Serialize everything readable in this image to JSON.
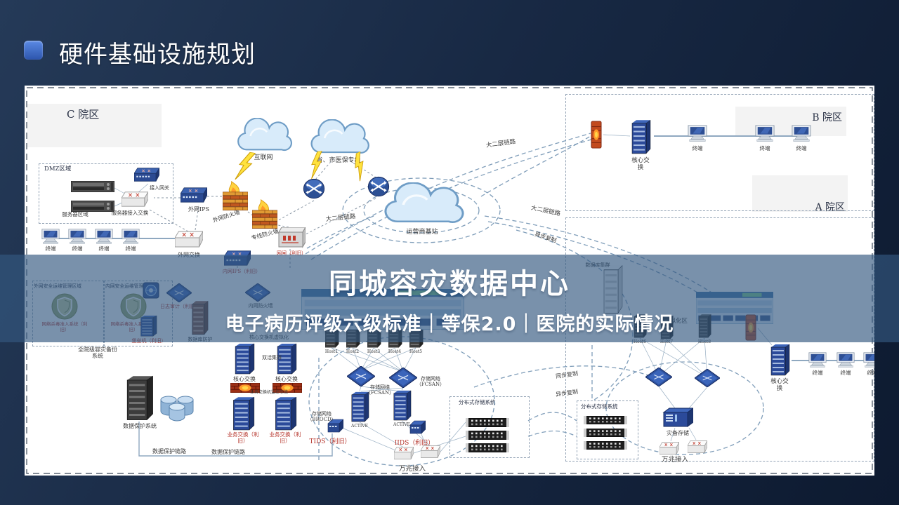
{
  "slide": {
    "title": "硬件基础设施规划",
    "accent_color": "#3f68c7",
    "background_color": "#16263f"
  },
  "banner": {
    "title": "同城容灾数据中心",
    "subtitle": "电子病历评级六级标准｜等保2.0｜医院的实际情况",
    "overlay_color": "#345880",
    "text_color": "#ffffff"
  },
  "diagram": {
    "regions": [
      {
        "id": "patch-c",
        "label": "C 院区"
      },
      {
        "id": "patch-b",
        "label": "B 院区"
      },
      {
        "id": "patch-a",
        "label": "A 院区"
      },
      {
        "id": "campus-b-box",
        "label": ""
      },
      {
        "id": "campus-a-box",
        "label": ""
      },
      {
        "id": "dmz",
        "label": "DMZ区域"
      },
      {
        "id": "sec-ext",
        "label": "外网安全运维管理区域"
      },
      {
        "id": "sec-int",
        "label": "内网安全运维管理区域"
      },
      {
        "id": "ds-1",
        "label": "分布式存储系统"
      },
      {
        "id": "ds-2",
        "label": "分布式存储系统"
      }
    ],
    "nodes": [
      {
        "id": "cloud-internet",
        "label": "互联网"
      },
      {
        "id": "cloud-medical",
        "label": "省、市医保专线"
      },
      {
        "id": "cloud-carrier",
        "label": "运营商基站"
      },
      {
        "id": "bolt-1",
        "label": ""
      },
      {
        "id": "bolt-2",
        "label": ""
      },
      {
        "id": "bolt-3",
        "label": ""
      },
      {
        "id": "fw-ext",
        "label": "外网防火墙"
      },
      {
        "id": "fw-line",
        "label": "专线防火墙"
      },
      {
        "id": "router-1",
        "label": ""
      },
      {
        "id": "router-2",
        "label": ""
      },
      {
        "id": "gate-isolation",
        "label": "网闸（利旧）",
        "color": "red"
      },
      {
        "id": "ips-ext",
        "label": "外网IPS"
      },
      {
        "id": "dmz-rack-1",
        "label": ""
      },
      {
        "id": "dmz-rack-2",
        "label": ""
      },
      {
        "id": "dmz-vpn",
        "label": "接入网关"
      },
      {
        "id": "dmz-switch",
        "label": "服务器接入交换"
      },
      {
        "id": "term-c-1",
        "label": "终端"
      },
      {
        "id": "term-c-2",
        "label": "终端"
      },
      {
        "id": "term-c-3",
        "label": "终端"
      },
      {
        "id": "term-c-4",
        "label": "终端"
      },
      {
        "id": "sw-ext",
        "label": "外网交换"
      },
      {
        "id": "shield-ext",
        "label": "网络杀毒准入系统（利旧）",
        "color": "red"
      },
      {
        "id": "shield-int",
        "label": "网络杀毒准入系统（利旧）",
        "color": "red"
      },
      {
        "id": "scan-device",
        "label": ""
      },
      {
        "id": "audit-device",
        "label": "日志审计（利旧）",
        "color": "red"
      },
      {
        "id": "bastion",
        "label": "堡垒机（利旧）",
        "color": "red"
      },
      {
        "id": "dbp-cabinet",
        "label": "数据库防护"
      },
      {
        "id": "dp-rack",
        "label": "数据保护系统"
      },
      {
        "id": "dp-db",
        "label": ""
      },
      {
        "id": "core-sw-1",
        "label": "核心交换"
      },
      {
        "id": "core-sw-2",
        "label": "核心交换"
      },
      {
        "id": "fw-brick-1",
        "label": ""
      },
      {
        "id": "fw-brick-2",
        "label": ""
      },
      {
        "id": "biz-sw-1",
        "label": "业务交换（利旧）",
        "color": "red"
      },
      {
        "id": "biz-sw-2",
        "label": "业务交换（利旧）",
        "color": "red"
      },
      {
        "id": "host-1",
        "label": "Host1"
      },
      {
        "id": "host-2",
        "label": "Host2"
      },
      {
        "id": "host-3",
        "label": "Host3"
      },
      {
        "id": "host-4",
        "label": "Host4"
      },
      {
        "id": "host-5",
        "label": "Host5"
      },
      {
        "id": "san-sw-1",
        "label": ""
      },
      {
        "id": "san-sw-2",
        "label": ""
      },
      {
        "id": "storage-act-1",
        "label": "ACTIVE"
      },
      {
        "id": "storage-act-2",
        "label": "ACTIVE"
      },
      {
        "id": "enc-1",
        "label": ""
      },
      {
        "id": "enc-2",
        "label": ""
      },
      {
        "id": "acc-sw-1",
        "label": ""
      },
      {
        "id": "acc-sw-2",
        "label": ""
      },
      {
        "id": "ds1-arr-1",
        "label": ""
      },
      {
        "id": "ds1-arr-2",
        "label": ""
      },
      {
        "id": "ds1-arr-3",
        "label": ""
      },
      {
        "id": "ds2-arr-1",
        "label": ""
      },
      {
        "id": "ds2-arr-2",
        "label": ""
      },
      {
        "id": "ds2-arr-3",
        "label": ""
      },
      {
        "id": "dr-diamond-1",
        "label": ""
      },
      {
        "id": "dr-diamond-2",
        "label": ""
      },
      {
        "id": "dr-storage",
        "label": "灾备存储"
      },
      {
        "id": "acc-sw-3",
        "label": ""
      },
      {
        "id": "acc-sw-4",
        "label": ""
      },
      {
        "id": "ips-int",
        "label": "内网IPS（利旧）",
        "color": "red"
      },
      {
        "id": "fw-int",
        "label": "内网防火墙"
      },
      {
        "id": "db-cluster",
        "label": "数据库集群"
      },
      {
        "id": "vpanel-1",
        "label": ""
      },
      {
        "id": "vpanel-2",
        "label": ""
      },
      {
        "id": "host-6",
        "label": "Host6"
      },
      {
        "id": "host-7",
        "label": "Host7"
      },
      {
        "id": "host-8",
        "label": "Host8"
      },
      {
        "id": "fw-b",
        "label": ""
      },
      {
        "id": "core-sw-b",
        "label": "核心交换"
      },
      {
        "id": "term-b-1",
        "label": "终端"
      },
      {
        "id": "term-b-2",
        "label": "终端"
      },
      {
        "id": "term-b-3",
        "label": "终端"
      },
      {
        "id": "fw-a",
        "label": ""
      },
      {
        "id": "core-sw-a",
        "label": "核心交换"
      },
      {
        "id": "term-a-1",
        "label": "终端"
      },
      {
        "id": "term-a-2",
        "label": "终端"
      },
      {
        "id": "term-a-3",
        "label": "终端"
      }
    ],
    "labels": [
      {
        "id": "l2-link-1",
        "text": "大二层链路"
      },
      {
        "id": "l2-link-2",
        "text": "大二层链路"
      },
      {
        "id": "l2-link-3",
        "text": "大二层链路"
      },
      {
        "id": "async-1",
        "text": "异步复制"
      },
      {
        "id": "sync-1",
        "text": "同步复制"
      },
      {
        "id": "async-2",
        "text": "异步复制"
      },
      {
        "id": "dp-link-1",
        "text": "数据保护链路"
      },
      {
        "id": "dp-link-2",
        "text": "数据保护链路"
      },
      {
        "id": "g10-1",
        "text": "万兆接入"
      },
      {
        "id": "g10-2",
        "text": "万兆接入"
      },
      {
        "id": "backup-sys",
        "text": "全院级容灾备份系统"
      },
      {
        "id": "core-virt",
        "text": "核心交换机虚拟化"
      },
      {
        "id": "dual-active",
        "text": "双活集群"
      },
      {
        "id": "mirror",
        "text": "业务交换机监控引流"
      },
      {
        "id": "brocade",
        "text": "存储网络（BROCD）"
      },
      {
        "id": "tids",
        "text": "TIDS（利旧）",
        "color": "red"
      },
      {
        "id": "iids",
        "text": "IIDS（利旧）",
        "color": "red"
      },
      {
        "id": "fcsan-1",
        "text": "存储网络（FCSAN）"
      },
      {
        "id": "fcsan-2",
        "text": "存储网络（FCSAN）"
      },
      {
        "id": "virt-zone",
        "text": "虚拟化区"
      },
      {
        "id": "server-zone",
        "text": "服务器区域"
      }
    ]
  }
}
